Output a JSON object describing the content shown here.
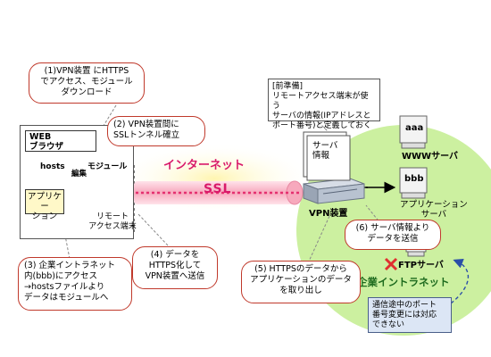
{
  "callouts": {
    "c1": "(1)VPN装置 にHTTPS\nでアクセス、モジュール\nダウンロード",
    "c2": "(2) VPN装置間に\nSSLトンネル確立",
    "c3": "(3) 企業イントラネット\n内(bbb)にアクセス\n→hostsファイルより\nデータはモジュールへ",
    "c4": "(4) データを\nHTTPS化して\nVPN装置へ送信",
    "c5": "(5) HTTPSのデータから\nアプリケーションのデータ\nを取り出し",
    "c6": "(6) サーバ情報より\nデータを送信",
    "prep": "[前準備]\nリモートアクセス端末が使う\nサーバの情報(IPアドレスと\nポート番号)と定義しておく",
    "note": "通信途中のポート\n番号変更には対応\nできない"
  },
  "client": {
    "web_browser": "WEB\nブラウザ",
    "hosts": "hosts",
    "edit": "編集",
    "module": "モジュール",
    "application": "アプリケー\nション",
    "terminal": "リモート\nアクセス端末"
  },
  "network": {
    "internet": "インターネット",
    "ssl": "SSL",
    "vpn_device": "VPN装置",
    "server_info": "サーバ\n情報",
    "intranet": "企業イントラネット"
  },
  "servers": [
    {
      "tag": "aaa",
      "name": "WWWサーバ"
    },
    {
      "tag": "bbb",
      "name": "アプリケーション\nサーバ"
    },
    {
      "tag": "",
      "name": "FTPサーバ",
      "blocked": true
    }
  ],
  "colors": {
    "callout_border": "#c0392b",
    "internet_text": "#d91a6a",
    "ssl_text": "#d91a6a",
    "intranet_fill": "#ccf0a0",
    "intranet_text": "#1e6b1e",
    "pink_zone": "#fbd3dc",
    "blocked_mark": "#e03030",
    "note_fill": "#dce6f5"
  }
}
